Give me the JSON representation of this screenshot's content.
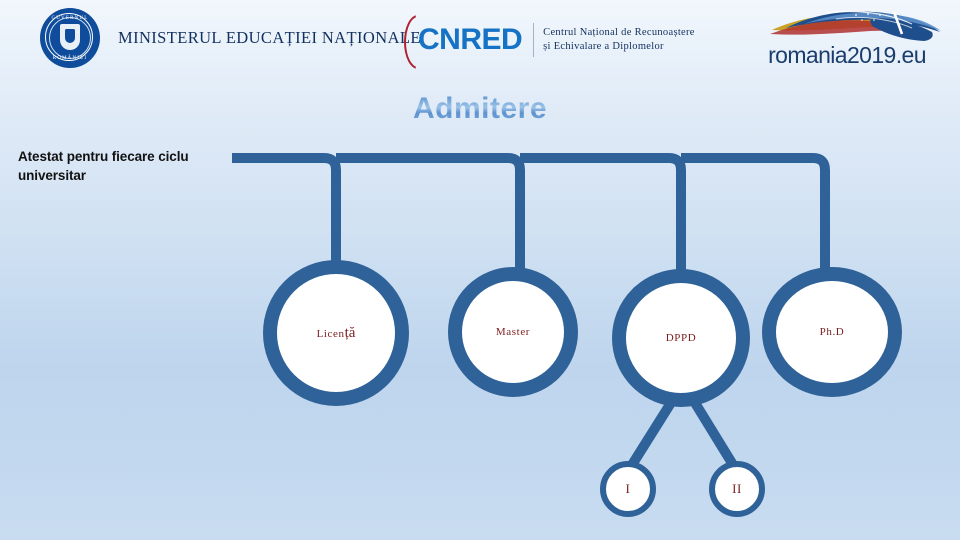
{
  "header": {
    "government_seal": {
      "icon": "romania-government-seal-icon",
      "arc_top": "GUVERNUL",
      "arc_bottom": "ROMÂNIEI"
    },
    "ministry_name": "MINISTERUL EDUCAȚIEI NAȚIONALE",
    "cnred": {
      "acronym": "CNRED",
      "subtitle_line1": "Centrul Național de Recunoaștere",
      "subtitle_line2": "și Echivalare a Diplomelor"
    },
    "romania_presidency": {
      "wordmark": "romania2019.eu",
      "icon": "eu-presidency-wave-icon"
    }
  },
  "title": "Admitere",
  "left_caption": "Atestat pentru fiecare ciclu universitar",
  "diagram": {
    "colors": {
      "connector": "#2f6298",
      "node_fill": "#ffffff",
      "node_label": "#7c1d1d",
      "title_accent": "#4a86c8"
    },
    "nodes": [
      {
        "id": "licenta",
        "label_prefix": "Licen",
        "label_suffix": "ță",
        "label": "Licență"
      },
      {
        "id": "master",
        "label": "Master"
      },
      {
        "id": "dppd",
        "label": "DPPD"
      },
      {
        "id": "phd",
        "label": "Ph.D"
      }
    ],
    "sub_nodes": [
      {
        "id": "dppd-level-1",
        "label": "I"
      },
      {
        "id": "dppd-level-2",
        "label": "II"
      }
    ]
  }
}
